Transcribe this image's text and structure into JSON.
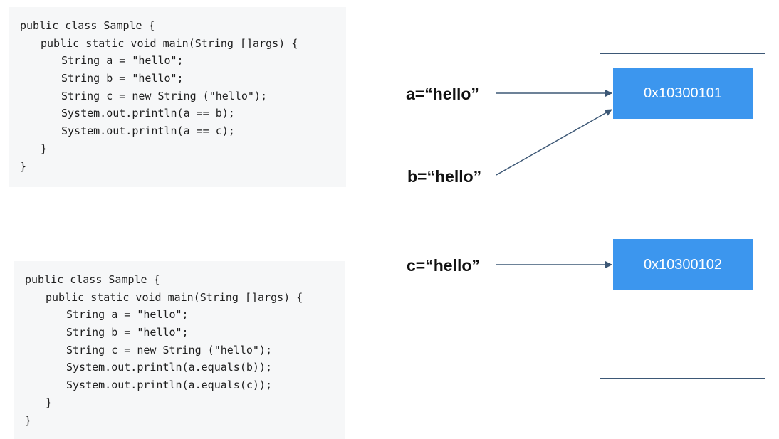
{
  "code_snippets": [
    {
      "lines": [
        "public class Sample {",
        "public static void main(String []args) {",
        "String a = \"hello\";",
        "String b = \"hello\";",
        "String c = new String (\"hello\");",
        "System.out.println(a == b);",
        "System.out.println(a == c);",
        "}",
        "}"
      ]
    },
    {
      "lines": [
        "public class Sample {",
        "public static void main(String []args) {",
        "String a = \"hello\";",
        "String b = \"hello\";",
        "String c = new String (\"hello\");",
        "System.out.println(a.equals(b));",
        "System.out.println(a.equals(c));",
        "}",
        "}"
      ]
    }
  ],
  "variables": {
    "a": "a=“hello”",
    "b": "b=“hello”",
    "c": "c=“hello”"
  },
  "memory": {
    "address_1": "0x10300101",
    "address_2": "0x10300102"
  },
  "colors": {
    "address_fill": "#3c96ee",
    "arrow": "#3d5876",
    "code_background": "#f6f7f8"
  }
}
